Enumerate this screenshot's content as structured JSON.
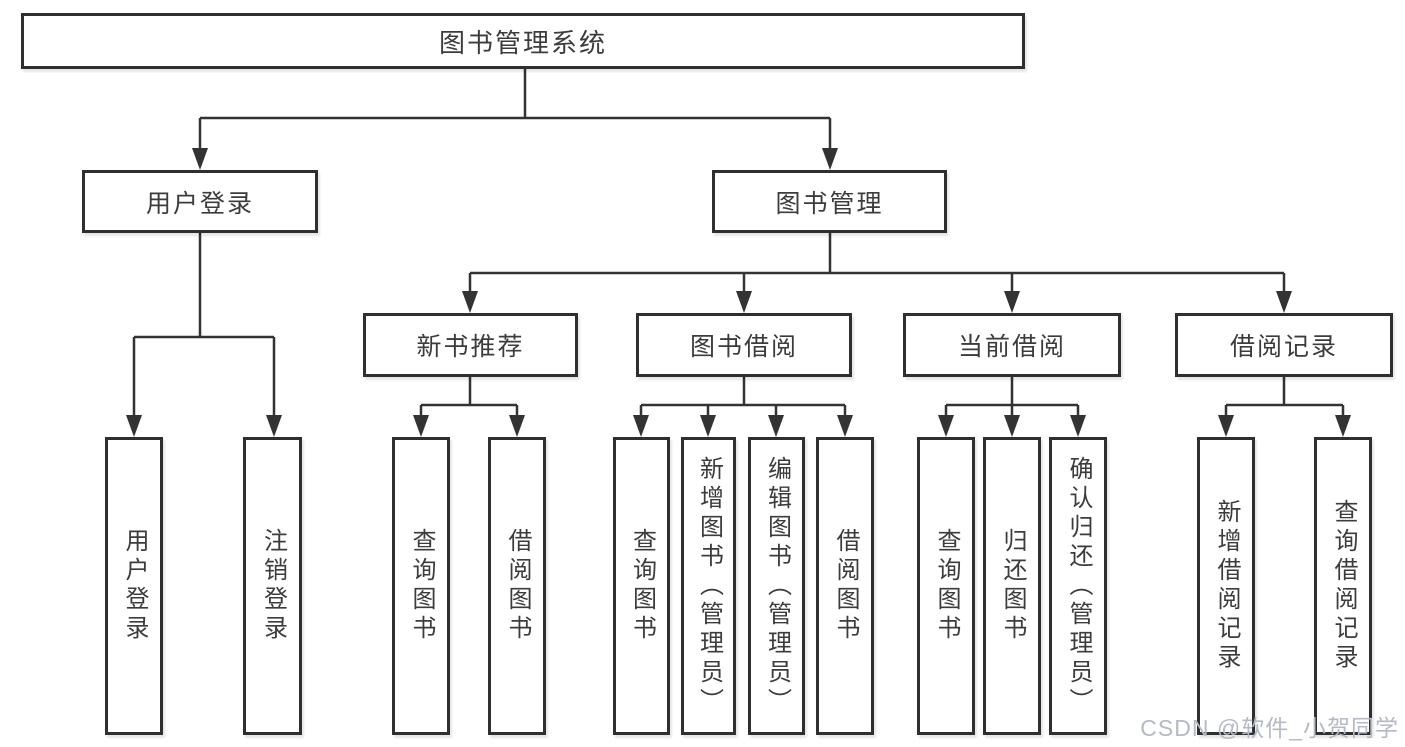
{
  "tree": {
    "root": {
      "label": "图书管理系统"
    },
    "branches": [
      {
        "label": "用户登录",
        "children": [
          {
            "label": "用户登录"
          },
          {
            "label": "注销登录"
          }
        ]
      },
      {
        "label": "图书管理",
        "children": [
          {
            "label": "新书推荐",
            "children": [
              {
                "label": "查询图书"
              },
              {
                "label": "借阅图书"
              }
            ]
          },
          {
            "label": "图书借阅",
            "children": [
              {
                "label": "查询图书"
              },
              {
                "label": "新增图书（管理员）"
              },
              {
                "label": "编辑图书（管理员）"
              },
              {
                "label": "借阅图书"
              }
            ]
          },
          {
            "label": "当前借阅",
            "children": [
              {
                "label": "查询图书"
              },
              {
                "label": "归还图书"
              },
              {
                "label": "确认归还（管理员）"
              }
            ]
          },
          {
            "label": "借阅记录",
            "children": [
              {
                "label": "新增借阅记录"
              },
              {
                "label": "查询借阅记录"
              }
            ]
          }
        ]
      }
    ]
  },
  "watermark": "CSDN @软件_小贺同学",
  "colors": {
    "line": "#333333",
    "box_border": "#2f2f2f",
    "box_fill": "#ffffff",
    "text": "#3c3c3c",
    "watermark": "#b3bac4",
    "background": "#ffffff"
  }
}
